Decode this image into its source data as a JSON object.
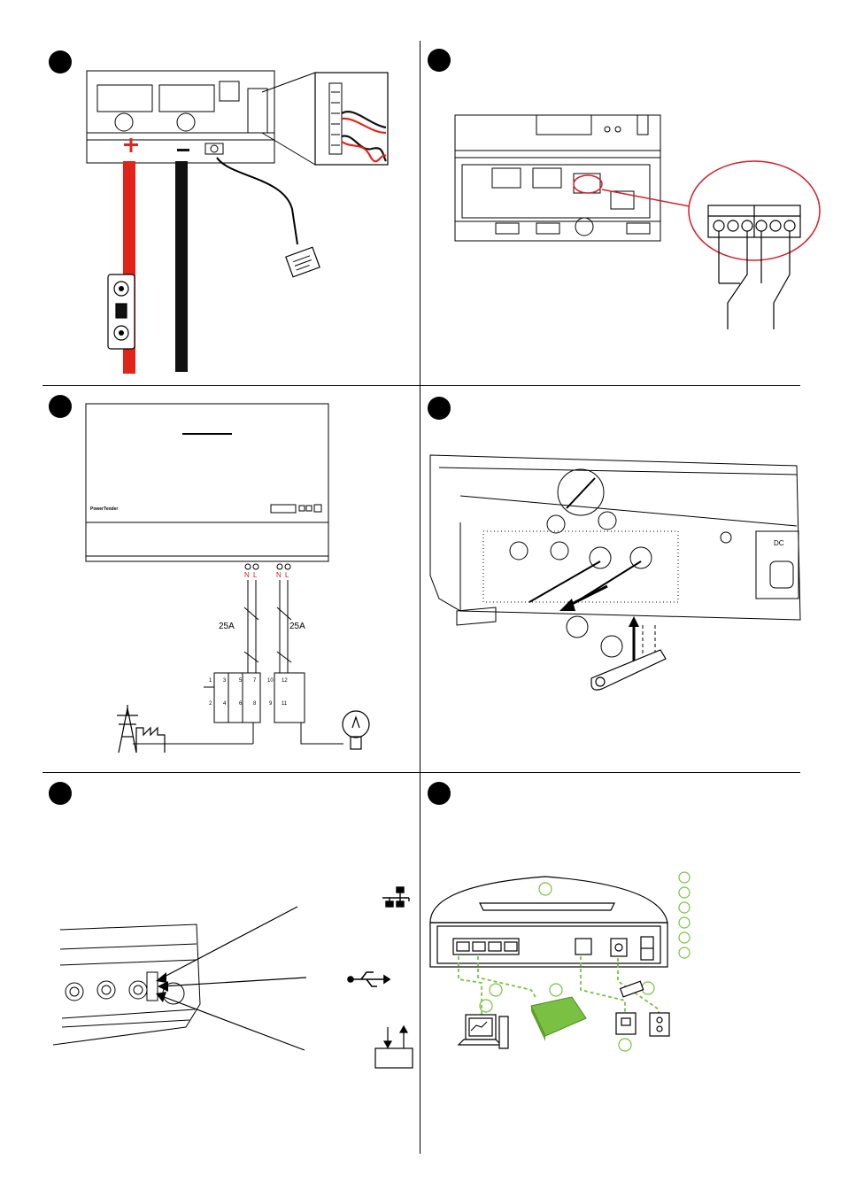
{
  "panel3": {
    "brand": "PowerTender",
    "terminal_labels": [
      "N",
      "L",
      "N",
      "L"
    ],
    "breaker_left": "25A",
    "breaker_right": "25A",
    "contact_numbers": [
      "1",
      "3",
      "5",
      "7",
      "10",
      "12",
      "2",
      "4",
      "6",
      "8",
      "9",
      "11"
    ]
  },
  "panel4": {
    "dc_label": "DC"
  },
  "colors": {
    "cable_red": "#e2231a",
    "cable_black": "#111111",
    "accent_green": "#7ac143",
    "circle_red": "#d0202a"
  },
  "icons": [
    "network-icon",
    "usb-icon",
    "io-contact-icon",
    "pylon-icon",
    "factory-icon",
    "bulb-icon",
    "computer-icon",
    "router-icon",
    "inverter-icon",
    "phone-jack-icon",
    "power-outlet-icon"
  ]
}
